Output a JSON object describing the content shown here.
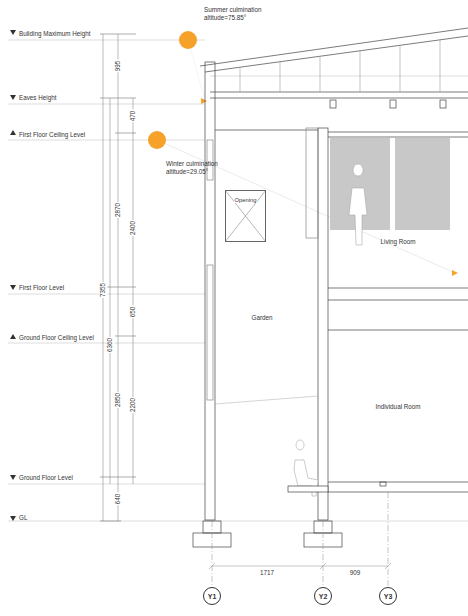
{
  "diagram": {
    "nodes": [
      {
        "text": [
          "Opening"
        ]
      },
      {
        "text": [
          "Y1"
        ]
      },
      {
        "text": [
          "Y2"
        ]
      },
      {
        "text": [
          "Y3"
        ]
      }
    ],
    "labels": [
      "Summer culmination altitude=75.85°",
      "Building Maximum Height",
      "Eaves Height",
      "First Floor Ceiling Level",
      "Winter culmination altitude=29.05°",
      "First Floor Level",
      "Ground Floor Ceiling Level",
      "Ground Floor Level",
      "GL",
      "995",
      "470",
      "2870",
      "2400",
      "7355",
      "6360",
      "650",
      "2850",
      "2200",
      "640",
      "Living Room",
      "Garden",
      "Individual Room",
      "1717",
      "909"
    ]
  }
}
